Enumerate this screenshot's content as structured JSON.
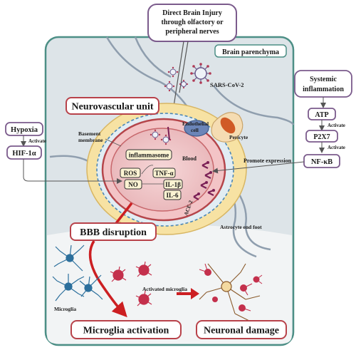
{
  "top_box": {
    "line1": "Direct Brain Injury",
    "line2": "through olfactory or",
    "line3": "peripheral nerves"
  },
  "brain_parenchyma": "Brain parenchyma",
  "virus_label": "SARS-CoV-2",
  "neurovascular_unit": "Neurovascular unit",
  "systemic": {
    "line1": "Systemic",
    "line2": "inflammation",
    "atp": "ATP",
    "p2x7": "P2X7",
    "nfkb": "NF-κB",
    "activate": "Activate",
    "promote": "Promote expression"
  },
  "hypoxia": {
    "title": "Hypoxia",
    "hif": "HIF-1α",
    "activate": "Activate"
  },
  "labels": {
    "basement_line1": "Basement",
    "basement_line2": "membrane",
    "endothelial_line1": "Endothelial",
    "endothelial_line2": "cell",
    "pericyte": "Pericyte",
    "inflammasome": "inflammasome",
    "blood": "Blood",
    "ace2": "ACE-2",
    "astrocyte_end_foot": "Astrocyte end foot"
  },
  "mediators": {
    "ros": "ROS",
    "no": "NO",
    "tnf": "TNF-α",
    "il1b": "IL-1β",
    "il6": "IL-6"
  },
  "outcomes": {
    "bbb": "BBB disruption",
    "microglia_activation": "Microglia activation",
    "neuronal_damage": "Neuronal damage",
    "microglia": "Microglia",
    "activated_microglia": "Activated microglia"
  },
  "colors": {
    "panel_fill": "#dde4e8",
    "panel_border": "#4d8f86",
    "vessel_red": "#b5454a",
    "vessel_pink": "#f0cfd0",
    "astrocyte_yellow": "#f7e2a3",
    "arrow_red": "#cc1f22",
    "badge_border": "#b8424a",
    "box_border": "#7b5b8c",
    "microglia_blue": "#2c6f9c",
    "activated_magenta": "#c4304c",
    "neuron_brown": "#8a5a2b"
  }
}
